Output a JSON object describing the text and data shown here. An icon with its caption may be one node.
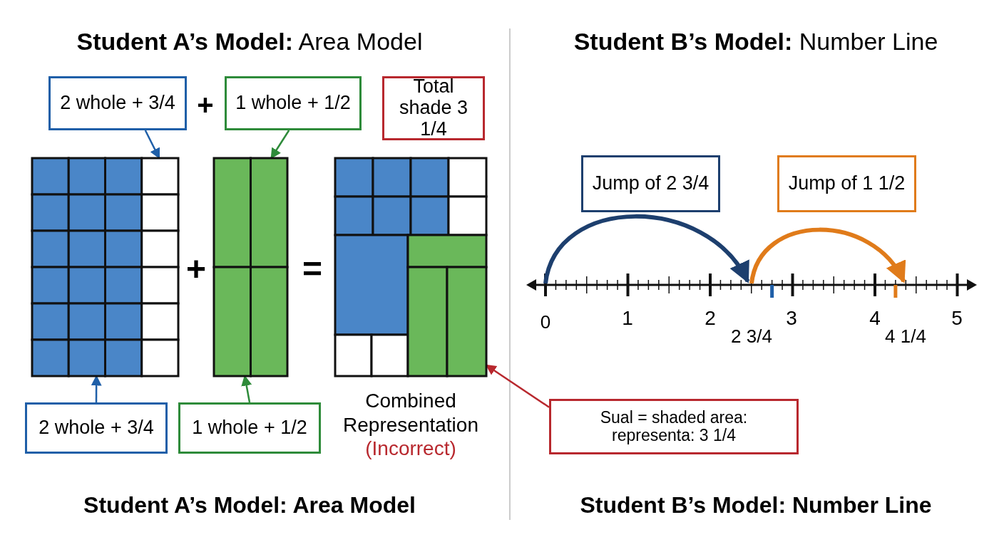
{
  "diagram": {
    "nodes": [
      {
        "text": [
          "2 whole + 3/4"
        ]
      },
      {
        "text": [
          "1 whole + 1/2"
        ]
      },
      {
        "text": [
          "Total shade 3 1/4"
        ]
      },
      {
        "text": [],
        "shape": "box"
      },
      {
        "text": [],
        "shape": "box"
      },
      {
        "text": [],
        "shape": "box",
        "beside": [
          "Combined Representation",
          "(Incorrect)"
        ]
      },
      {
        "text": [
          "2 whole + 3/4"
        ]
      },
      {
        "text": [
          "1 whole + 1/2"
        ]
      },
      {
        "text": [
          "Sual = shaded area: representa: 3 1/4"
        ]
      },
      {
        "text": [
          "Jump of 2 3/4"
        ]
      },
      {
        "text": [
          "Jump of 1 1/2"
        ]
      },
      {
        "text": [
          "0"
        ]
      },
      {
        "text": [
          "2 3/4"
        ]
      },
      {
        "text": [
          "4 1/4"
        ]
      }
    ],
    "edges": [
      {
        "from": 0,
        "to": 3,
        "arrow": "to",
        "color": "#1f5fa8"
      },
      {
        "from": 1,
        "to": 4,
        "arrow": "to",
        "color": "#2e8b3a"
      },
      {
        "from": 6,
        "to": 3,
        "arrow": "to",
        "color": "#1f5fa8"
      },
      {
        "from": 7,
        "to": 4,
        "arrow": "to",
        "color": "#2e8b3a"
      },
      {
        "from": 8,
        "to": 5,
        "arrow": "to",
        "color": "#b8282e"
      },
      {
        "from": 11,
        "to": 12,
        "arrow": "to",
        "style": "thick",
        "color": "#1d3f6e"
      },
      {
        "from": 12,
        "to": 13,
        "arrow": "to",
        "style": "thick",
        "color": "#e07b1a"
      }
    ],
    "labels": [
      "**Student A’s Model:** Area Model",
      "**Student B’s Model:** Number Line",
      "+",
      "+",
      "=",
      "1",
      "2",
      "3",
      "4",
      "5",
      "Student A’s Model: Area Model",
      "Student B’s Model: Number Line"
    ]
  }
}
